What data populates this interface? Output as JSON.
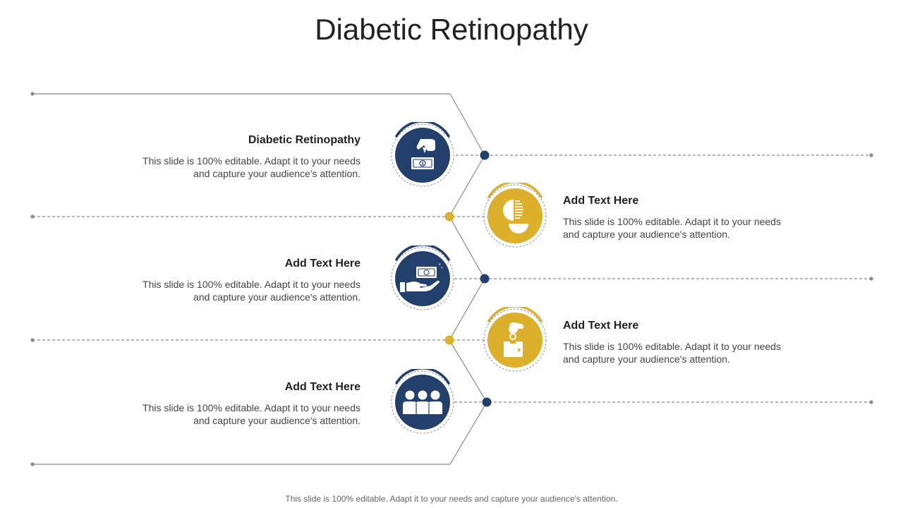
{
  "slide": {
    "title": "Diabetic Retinopathy",
    "footer": "This slide is 100% editable. Adapt it to your needs and capture your audience's attention."
  },
  "colors": {
    "navy": "#233f6c",
    "gold": "#dcb02a",
    "line": "#8a8a8a"
  },
  "items": [
    {
      "heading": "Diabetic Retinopathy",
      "body_line1": "This slide is 100% editable. Adapt it to your needs",
      "body_line2": "and capture your audience's attention.",
      "icon": "hand-dropping-coin-on-banknote-icon",
      "color": "navy"
    },
    {
      "heading": "Add Text Here",
      "body_line1": "This slide is 100% editable. Adapt it to your needs",
      "body_line2": "and capture your audience's attention.",
      "icon": "coin-and-bowl-icon",
      "color": "gold"
    },
    {
      "heading": "Add Text Here",
      "body_line1": "This slide is 100% editable. Adapt it to your needs",
      "body_line2": "and capture your audience's attention.",
      "icon": "hand-holding-banknote-icon",
      "color": "navy"
    },
    {
      "heading": "Add Text Here",
      "body_line1": "This slide is 100% editable. Adapt it to your needs",
      "body_line2": "and capture your audience's attention.",
      "icon": "hand-dropping-coin-into-box-icon",
      "color": "gold"
    },
    {
      "heading": "Add Text Here",
      "body_line1": "This slide is 100% editable. Adapt it to your needs",
      "body_line2": "and capture your audience's attention.",
      "icon": "three-people-group-icon",
      "color": "navy"
    }
  ]
}
